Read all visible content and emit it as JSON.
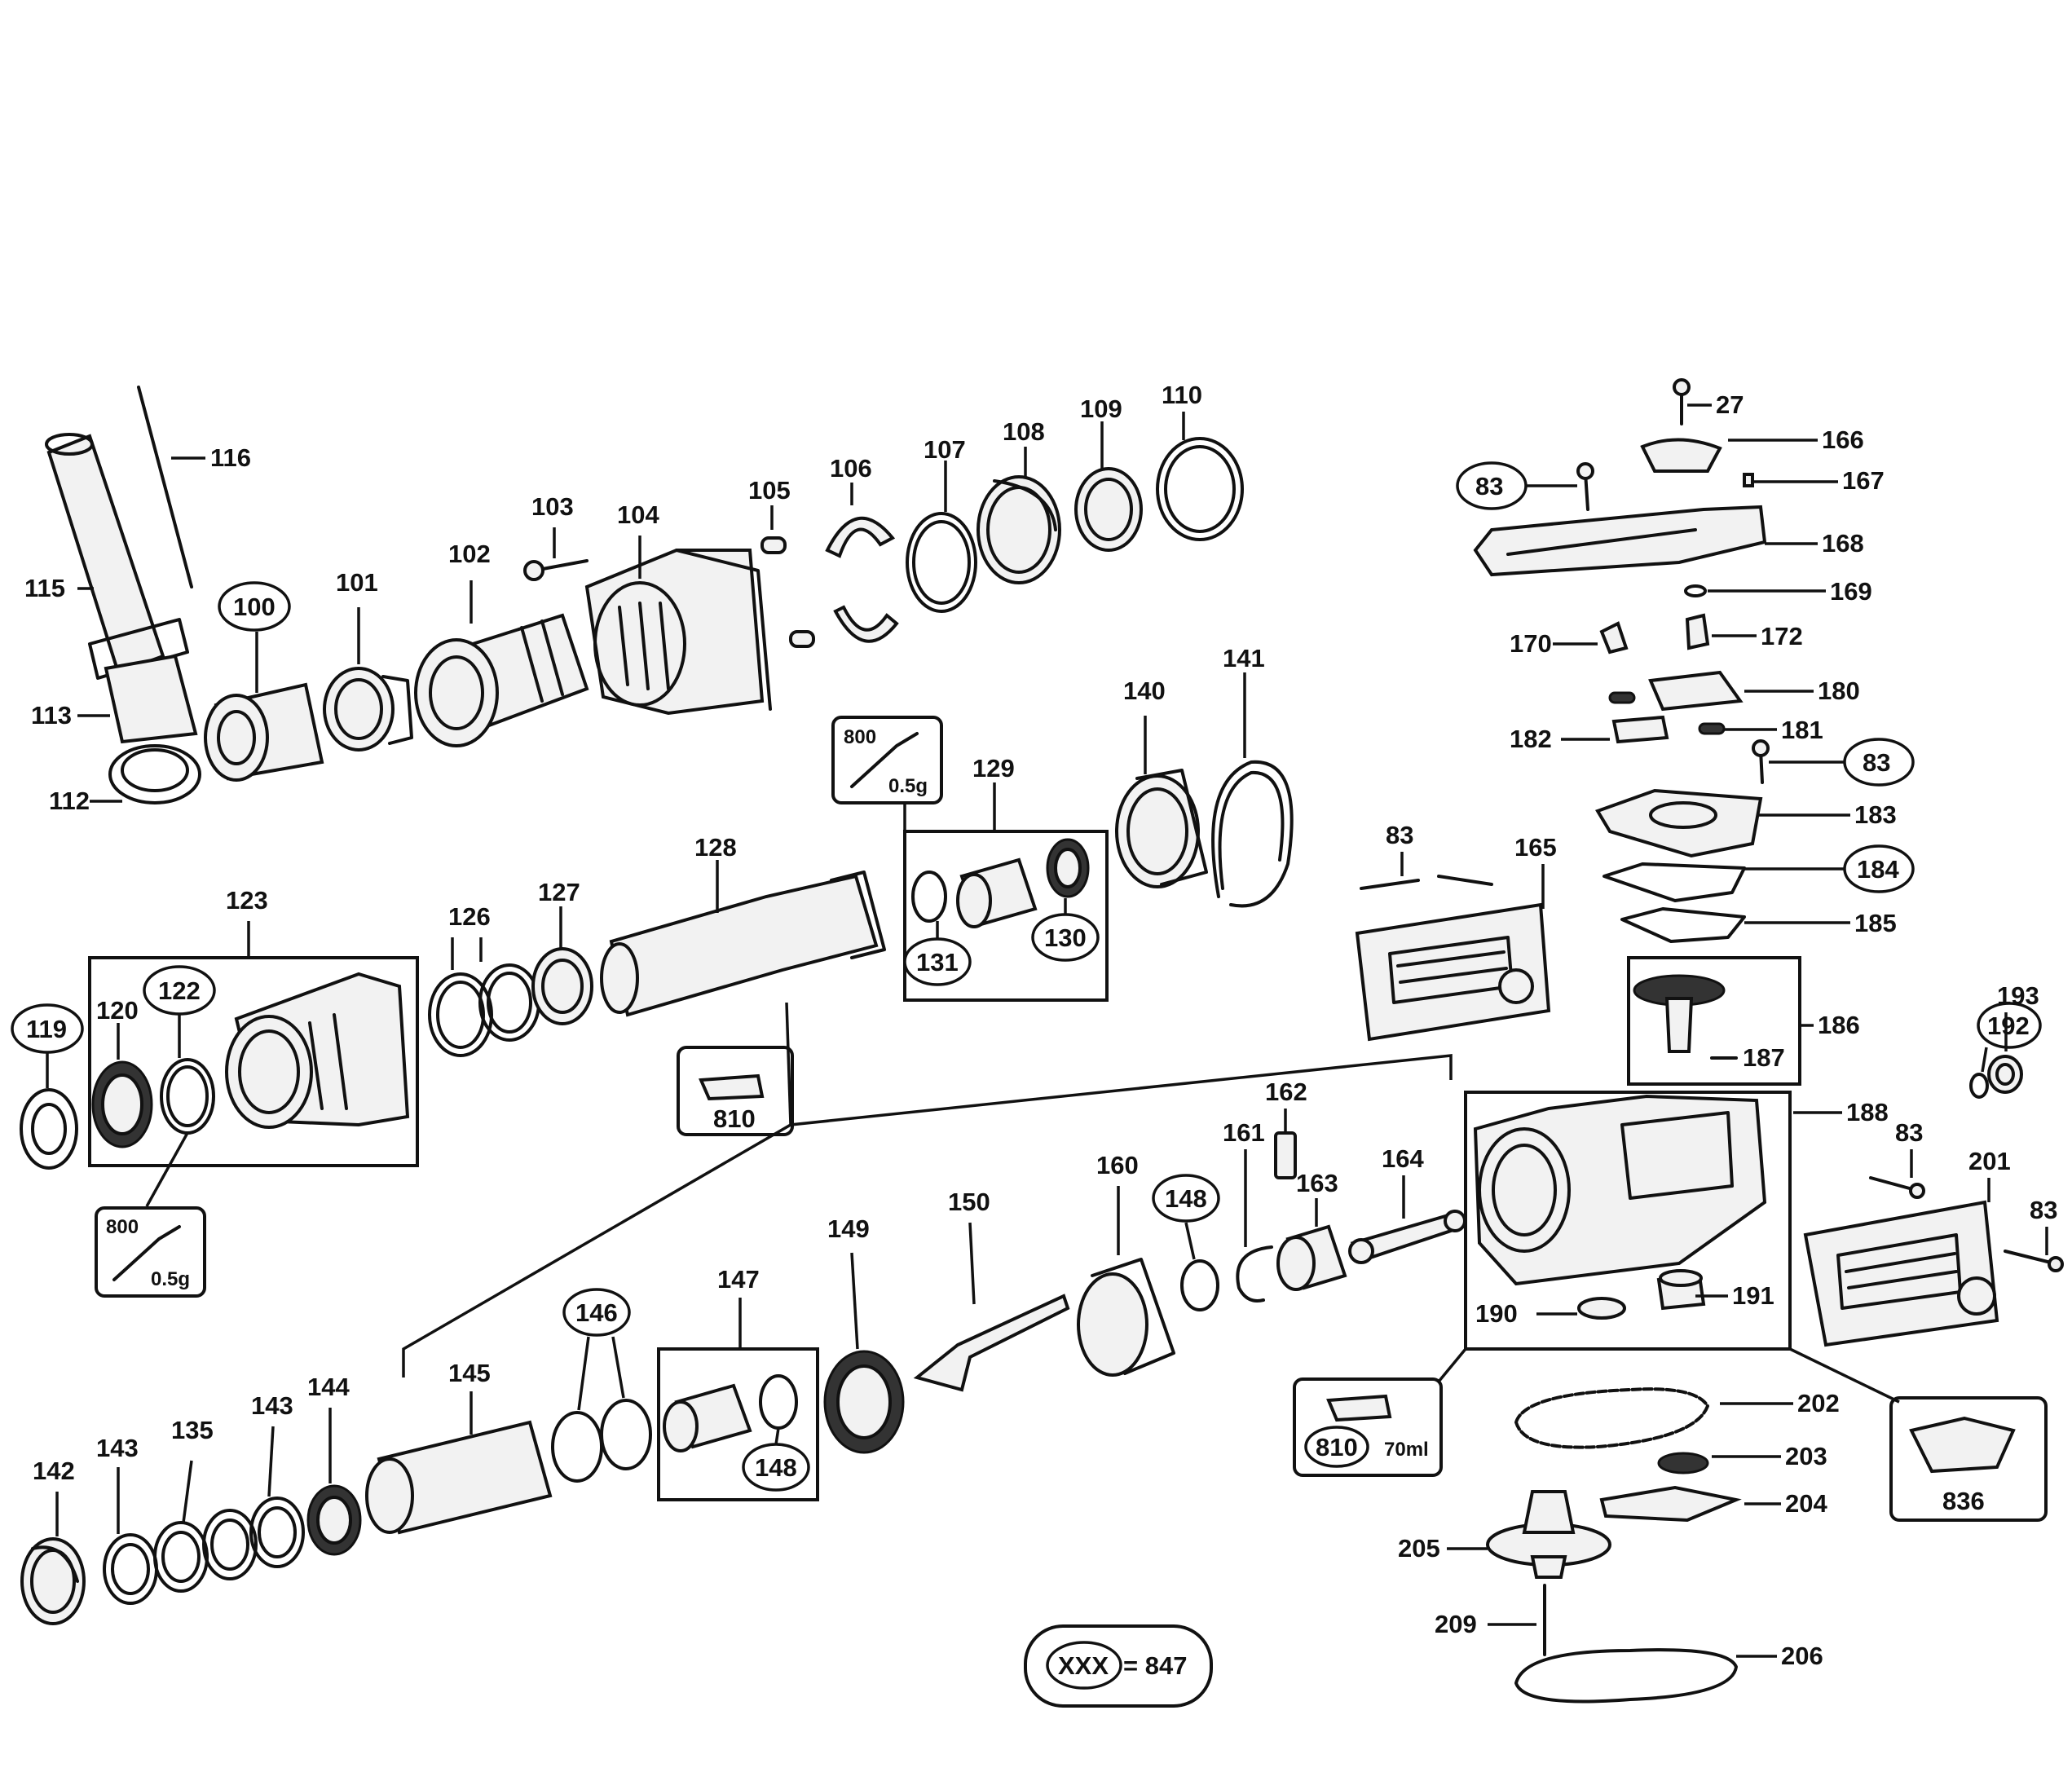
{
  "labels": {
    "l27": "27",
    "l166": "166",
    "l167": "167",
    "l168": "168",
    "l169": "169",
    "l170": "170",
    "l172": "172",
    "l180": "180",
    "l181": "181",
    "l182": "182",
    "l183": "183",
    "l184": "184",
    "l185": "185",
    "l186": "186",
    "l187": "187",
    "l188": "188",
    "l190": "190",
    "l191": "191",
    "l192": "192",
    "l193": "193",
    "l201": "201",
    "l202": "202",
    "l203": "203",
    "l204": "204",
    "l205": "205",
    "l206": "206",
    "l209": "209",
    "l165": "165",
    "l83a": "83",
    "l83b": "83",
    "l83c": "83",
    "l83d": "83",
    "l83e": "83",
    "l100": "100",
    "l101": "101",
    "l102": "102",
    "l103": "103",
    "l104": "104",
    "l105": "105",
    "l106": "106",
    "l107": "107",
    "l108": "108",
    "l109": "109",
    "l110": "110",
    "l112": "112",
    "l113": "113",
    "l115": "115",
    "l116": "116",
    "l119": "119",
    "l120": "120",
    "l122": "122",
    "l123": "123",
    "l126": "126",
    "l127": "127",
    "l128": "128",
    "l129": "129",
    "l130": "130",
    "l131": "131",
    "l135": "135",
    "l140": "140",
    "l141": "141",
    "l142": "142",
    "l143a": "143",
    "l143b": "143",
    "l144": "144",
    "l145": "145",
    "l146": "146",
    "l147": "147",
    "l148a": "148",
    "l148b": "148",
    "l149": "149",
    "l150": "150",
    "l160": "160",
    "l161": "161",
    "l162": "162",
    "l163": "163",
    "l164": "164"
  },
  "callouts": {
    "grease1_code": "800",
    "grease1_qty": "0.5g",
    "grease2_code": "800",
    "grease2_qty": "0.5g",
    "oil1_code": "810",
    "oil2_code": "810",
    "oil2_qty": "70ml",
    "kit_code": "836"
  },
  "legend": {
    "symbol": "XXX",
    "equals": "= 847"
  }
}
